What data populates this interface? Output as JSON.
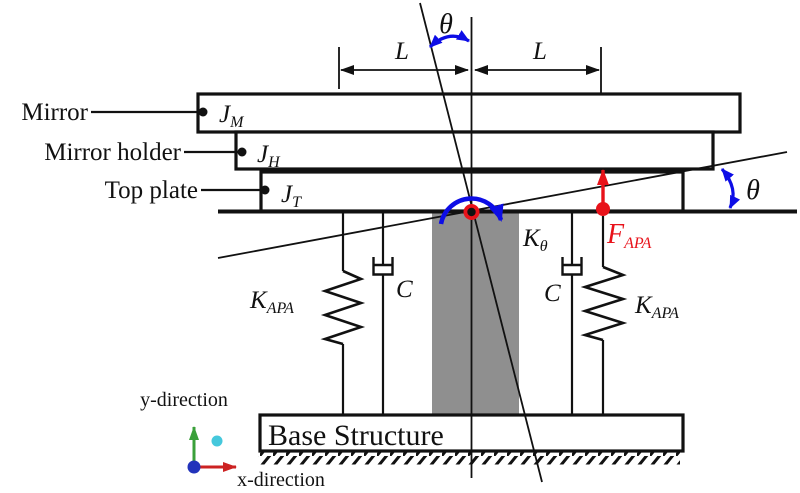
{
  "plates": {
    "mirror": {
      "label": "Mirror",
      "symbol_main": "J",
      "symbol_sub": "M"
    },
    "mirror_holder": {
      "label": "Mirror holder",
      "symbol_main": "J",
      "symbol_sub": "H"
    },
    "top_plate": {
      "label": "Top plate",
      "symbol_main": "J",
      "symbol_sub": "T"
    }
  },
  "base": {
    "label": "Base Structure"
  },
  "dimensions": {
    "left_half": "L",
    "right_half": "L"
  },
  "angles": {
    "top_tilt": "θ",
    "right_tilt": "θ"
  },
  "stiffness": {
    "rotational": {
      "main": "K",
      "sub": "θ"
    },
    "apa_left": {
      "main": "K",
      "sub": "APA"
    },
    "apa_right": {
      "main": "K",
      "sub": "APA"
    }
  },
  "damping": {
    "left": "C",
    "right": "C"
  },
  "force": {
    "main": "F",
    "sub": "APA"
  },
  "axes": {
    "x_label": "x-direction",
    "y_label": "y-direction"
  },
  "colors": {
    "annotation_blue": "#0d0de6",
    "force_red": "#e8121a",
    "axis_green": "#3aa03a",
    "axis_red": "#cc2222",
    "origin_dot_blue": "#2233bb",
    "marker_dot_cyan": "#45c8dc",
    "strut_gray": "#8f8f8f",
    "line_black": "#111111"
  }
}
